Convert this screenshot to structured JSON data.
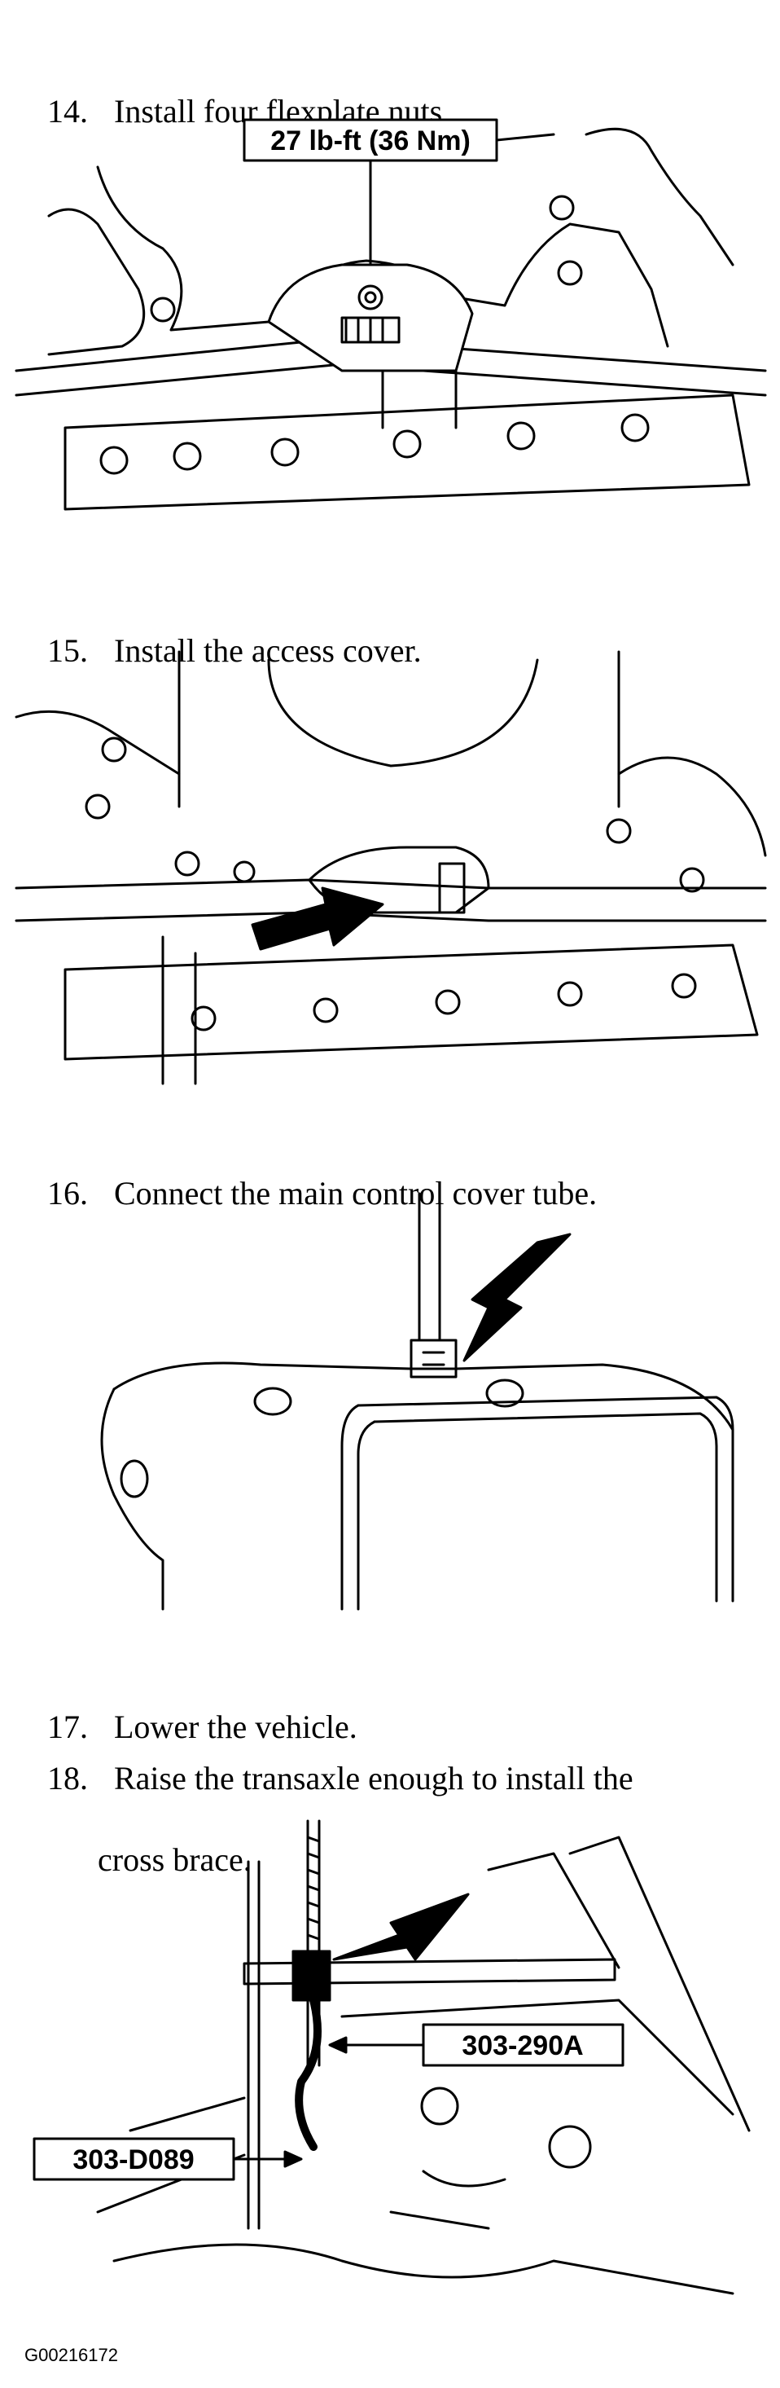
{
  "steps": [
    {
      "number": "14.",
      "text": "Install four flexplate nuts."
    },
    {
      "number": "15.",
      "text": "Install the access cover."
    },
    {
      "number": "16.",
      "text": "Connect the main control cover tube."
    },
    {
      "number": "17.",
      "text": "Lower the vehicle."
    },
    {
      "number": "18.",
      "text": "Raise the transaxle enough to install the",
      "text_cont": "cross brace."
    }
  ],
  "callouts": {
    "torque": "27 lb-ft (36 Nm)",
    "tool_a": "303-290A",
    "tool_b": "303-D089"
  },
  "figure_code": "G00216172"
}
